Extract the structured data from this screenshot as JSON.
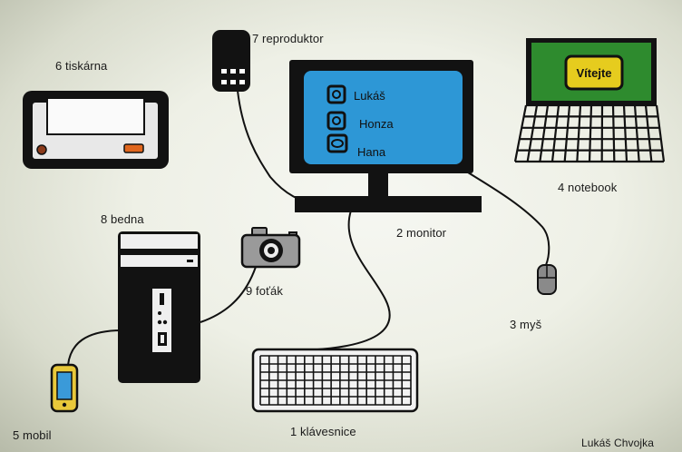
{
  "labels": {
    "keyboard": "1 klávesnice",
    "monitor": "2 monitor",
    "mouse": "3 myš",
    "notebook": "4 notebook",
    "mobile": "5 mobil",
    "printer": "6 tiskárna",
    "speaker": "7 reproduktor",
    "case": "8 bedna",
    "camera": "9 foťák"
  },
  "monitor_users": [
    "Lukáš",
    "Honza",
    "Hana"
  ],
  "notebook_screen": "Vítejte",
  "author": "Lukáš Chvojka",
  "colors": {
    "monitor_screen": "#2d97d6",
    "notebook_screen": "#2e8b2e",
    "welcome_box": "#e6cc1e",
    "mobile_body": "#e8c83a",
    "mobile_screen": "#3a9ad9",
    "printer_button": "#e0661e"
  }
}
